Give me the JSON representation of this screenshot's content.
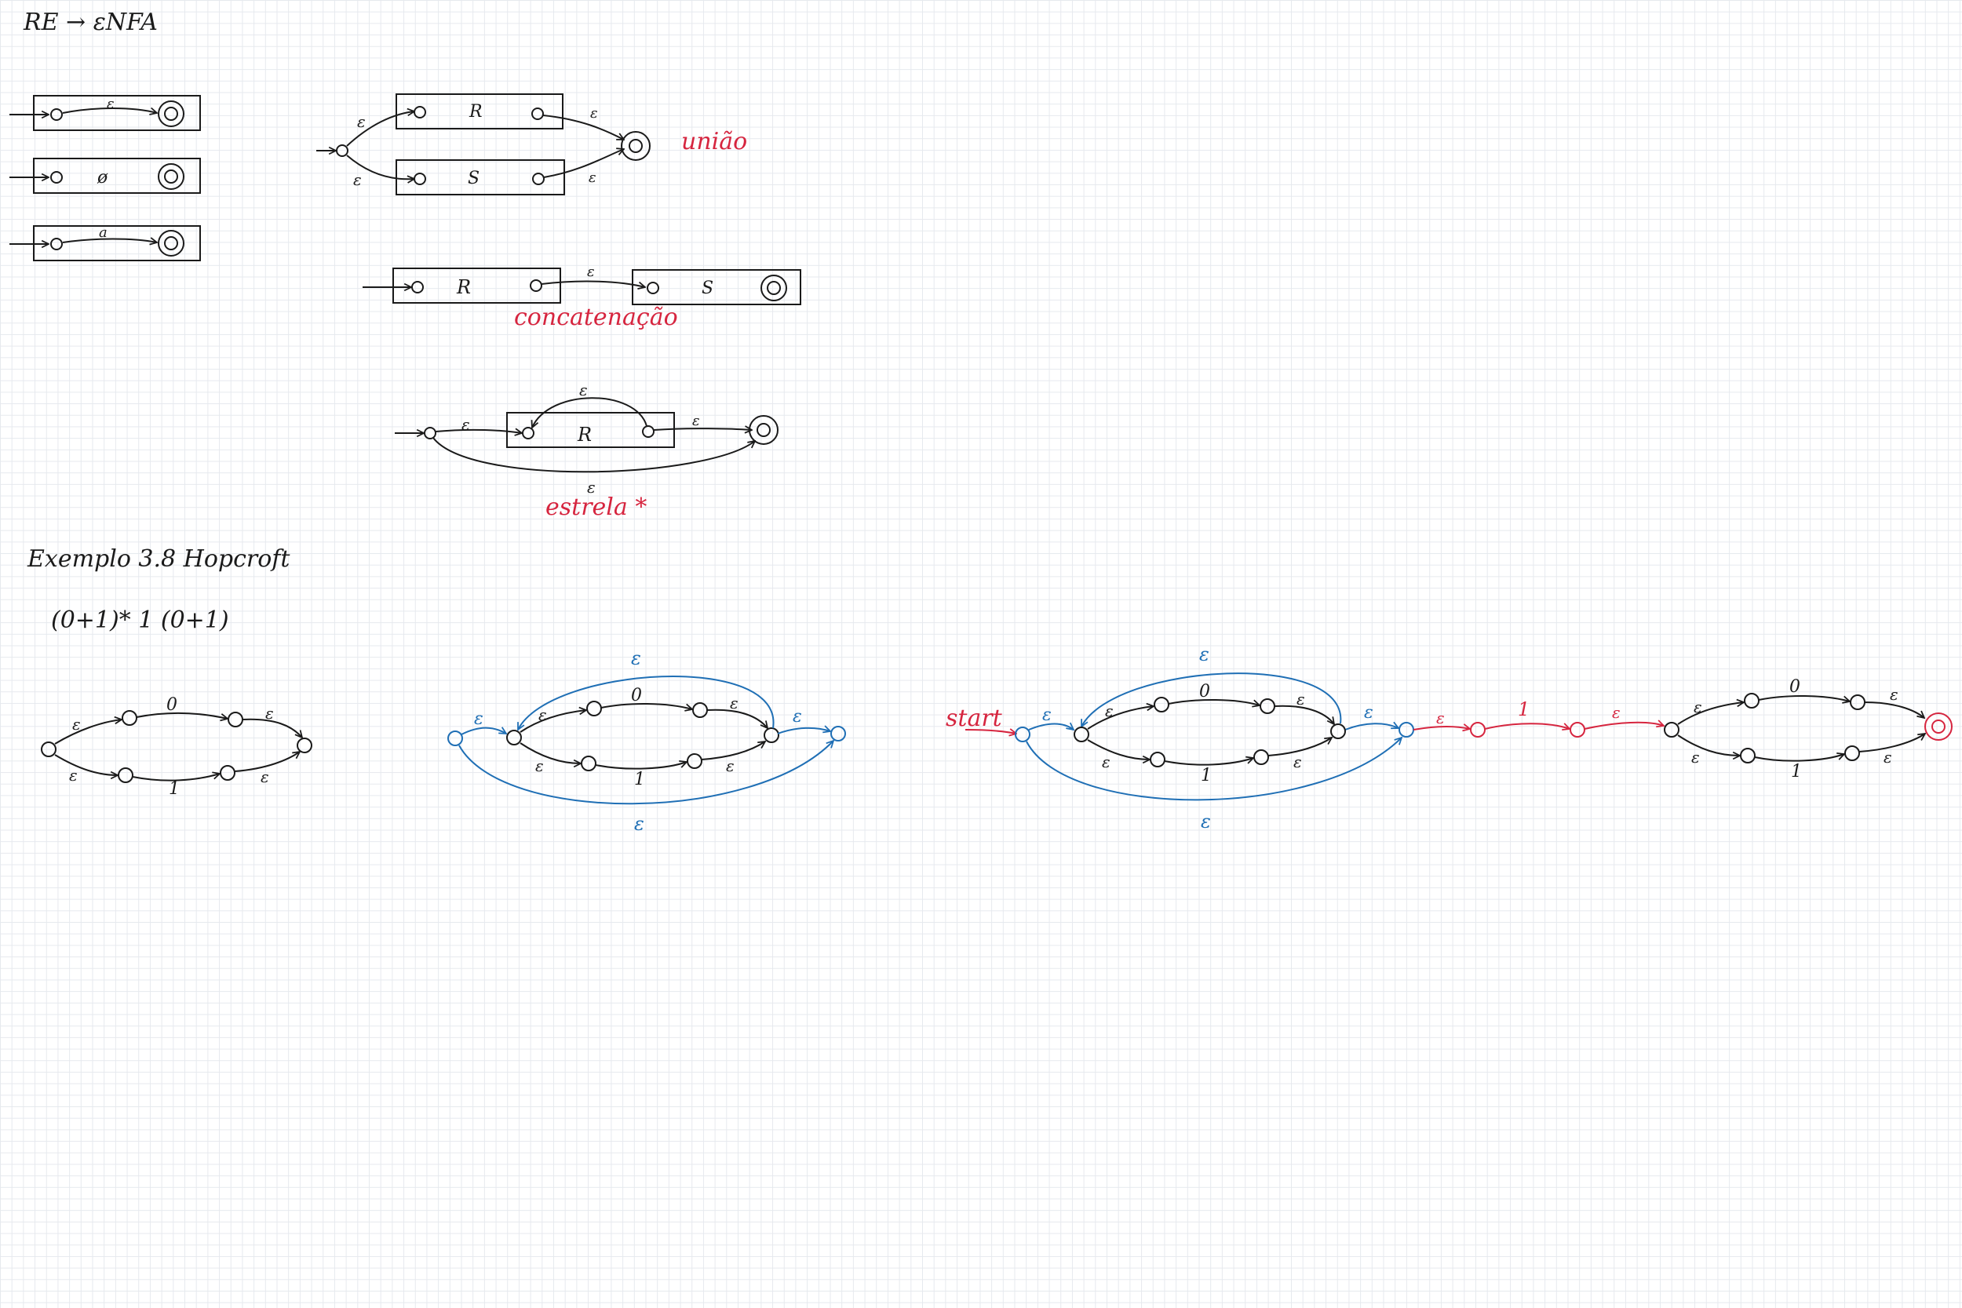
{
  "title": "RE → εNFA",
  "colors": {
    "ink": "#1a1a1a",
    "blue": "#1f6fb5",
    "red": "#d6253f"
  },
  "base_cases": [
    {
      "name": "epsilon",
      "label": "ε"
    },
    {
      "name": "empty",
      "label": "ø"
    },
    {
      "name": "symbol",
      "label": "a"
    }
  ],
  "union": {
    "box_top": "R",
    "box_bottom": "S",
    "edge_label": "ε",
    "caption": "união"
  },
  "concatenation": {
    "box_left": "R",
    "box_right": "S",
    "edge_label": "ε",
    "caption": "concatenação"
  },
  "star": {
    "box": "R",
    "edge_label": "ε",
    "caption": "estrela *"
  },
  "example": {
    "title": "Exemplo 3.8 Hopcroft",
    "expression": "(0+1)* 1 (0+1)"
  },
  "symbols": {
    "epsilon": "ε",
    "zero": "0",
    "one": "1",
    "start": "start"
  }
}
